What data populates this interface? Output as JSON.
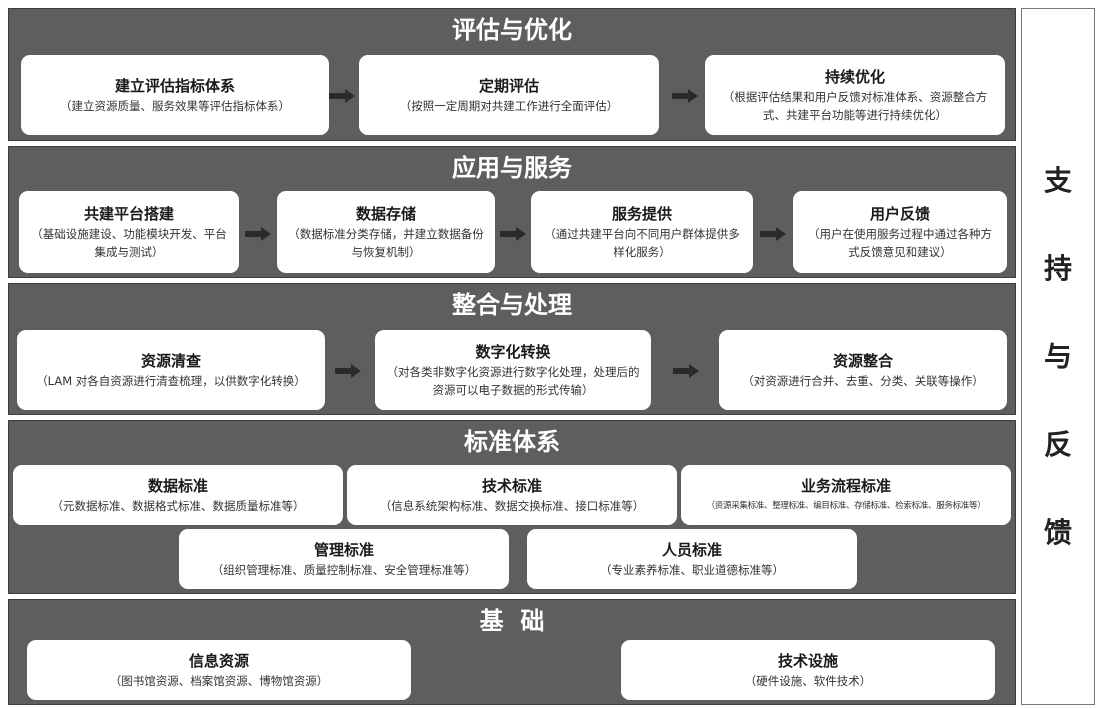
{
  "layers": {
    "evaluation": {
      "title": "评估与优化",
      "cards": [
        {
          "title": "建立评估指标体系",
          "desc": "（建立资源质量、服务效果等评估指标体系）"
        },
        {
          "title": "定期评估",
          "desc": "（按照一定周期对共建工作进行全面评估）"
        },
        {
          "title": "持续优化",
          "desc": "（根据评估结果和用户反馈对标准体系、资源整合方式、共建平台功能等进行持续优化）"
        }
      ]
    },
    "service": {
      "title": "应用与服务",
      "cards": [
        {
          "title": "共建平台搭建",
          "desc": "（基础设施建设、功能模块开发、平台集成与测试）"
        },
        {
          "title": "数据存储",
          "desc": "（数据标准分类存储，并建立数据备份与恢复机制）"
        },
        {
          "title": "服务提供",
          "desc": "（通过共建平台向不同用户群体提供多样化服务）"
        },
        {
          "title": "用户反馈",
          "desc": "（用户在使用服务过程中通过各种方式反馈意见和建议）"
        }
      ]
    },
    "integration": {
      "title": "整合与处理",
      "cards": [
        {
          "title": "资源清查",
          "desc": "（LAM 对各自资源进行清查梳理，以供数字化转换）"
        },
        {
          "title": "数字化转换",
          "desc": "（对各类非数字化资源进行数字化处理，处理后的资源可以电子数据的形式传输）"
        },
        {
          "title": "资源整合",
          "desc": "（对资源进行合并、去重、分类、关联等操作）"
        }
      ]
    },
    "standards": {
      "title": "标准体系",
      "cards": [
        {
          "title": "数据标准",
          "desc": "（元数据标准、数据格式标准、数据质量标准等）"
        },
        {
          "title": "技术标准",
          "desc": "（信息系统架构标准、数据交换标准、接口标准等）"
        },
        {
          "title": "业务流程标准",
          "desc": "（资源采集标准、整理标准、编目标准、存储标准、检索标准、服务标准等）"
        },
        {
          "title": "管理标准",
          "desc": "（组织管理标准、质量控制标准、安全管理标准等）"
        },
        {
          "title": "人员标准",
          "desc": "（专业素养标准、职业道德标准等）"
        }
      ]
    },
    "foundation": {
      "title": "基  础",
      "cards": [
        {
          "title": "信息资源",
          "desc": "（图书馆资源、档案馆资源、博物馆资源）"
        },
        {
          "title": "技术设施",
          "desc": "（硬件设施、软件技术）"
        }
      ]
    }
  },
  "side": {
    "chars": [
      "支",
      "持",
      "与",
      "反",
      "馈"
    ]
  },
  "colors": {
    "layer_bg": "#5e5e5e",
    "card_bg": "#ffffff",
    "arrow": "#2a2a2a"
  }
}
